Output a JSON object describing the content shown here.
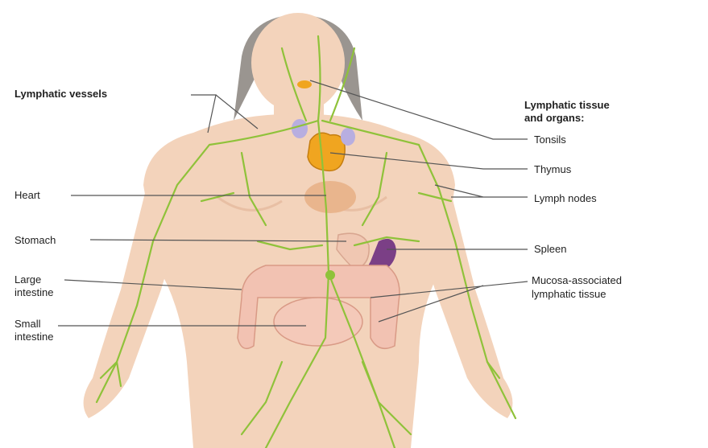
{
  "labels": {
    "lymphatic_vessels": "Lymphatic vessels",
    "tissue_heading_line1": "Lymphatic tissue",
    "tissue_heading_line2": "and organs:",
    "tonsils": "Tonsils",
    "thymus": "Thymus",
    "lymph_nodes": "Lymph nodes",
    "spleen": "Spleen",
    "malt_line1": "Mucosa-associated",
    "malt_line2": "lymphatic tissue",
    "heart": "Heart",
    "stomach": "Stomach",
    "large_line1": "Large",
    "large_line2": "intestine",
    "small_line1": "Small",
    "small_line2": "intestine"
  },
  "colors": {
    "skin": "#f3d3bb",
    "skin_shadow": "#e8bfa4",
    "hair": "#9a9590",
    "lymph": "#8fc23a",
    "thymus": "#f0a520",
    "spleen": "#7b3f86",
    "heart": "#e9b58d",
    "leader_line": "#555555"
  }
}
